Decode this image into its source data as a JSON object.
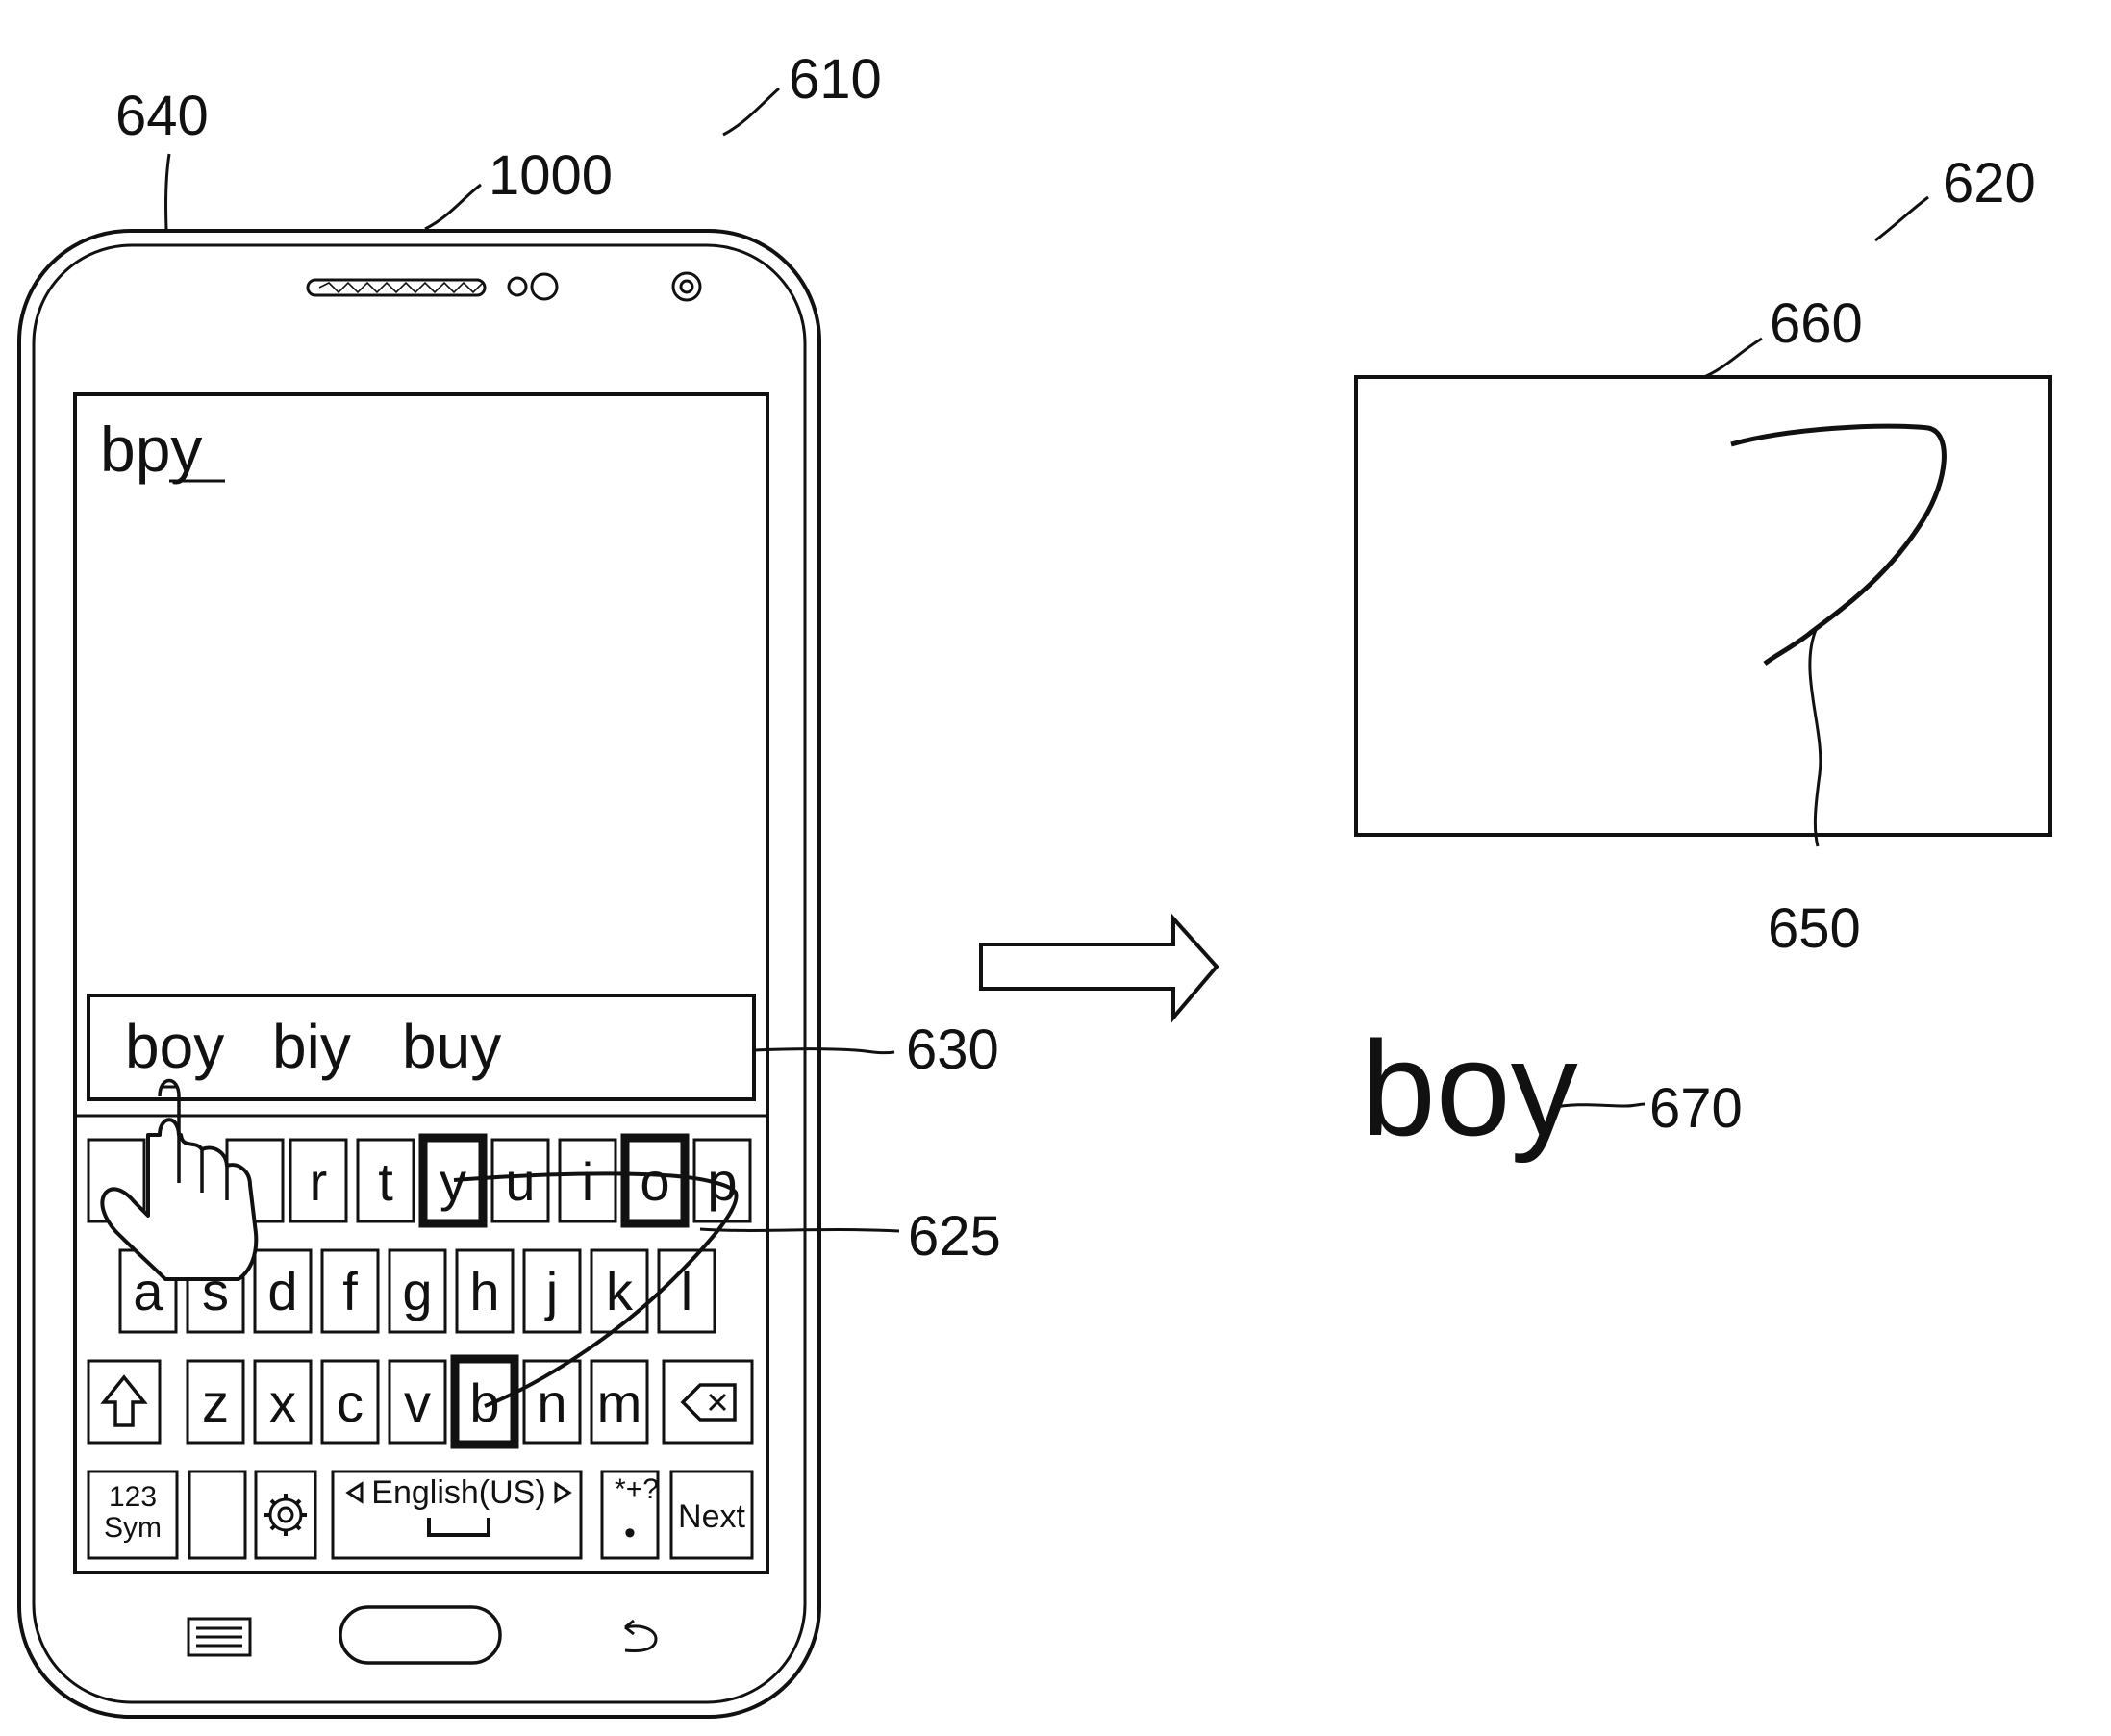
{
  "figure": {
    "labels": {
      "ref_610": "610",
      "ref_1000": "1000",
      "ref_640": "640",
      "ref_620": "620",
      "ref_660": "660",
      "ref_650": "650",
      "ref_630": "630",
      "ref_625": "625",
      "ref_670": "670"
    },
    "phone": {
      "typed_text": "bpy",
      "suggestions": [
        "boy",
        "biy",
        "buy"
      ],
      "keyboard": {
        "row1": [
          "r",
          "t",
          "y",
          "u",
          "i",
          "o",
          "p"
        ],
        "row2": [
          "a",
          "s",
          "d",
          "f",
          "g",
          "h",
          "j",
          "k",
          "l"
        ],
        "row3": [
          "z",
          "x",
          "c",
          "v",
          "b",
          "n",
          "m"
        ],
        "highlighted_keys": [
          "y",
          "o",
          "b"
        ],
        "sym_key_line1": "123",
        "sym_key_line2": "Sym",
        "language_key": "English(US)",
        "period_key_top": "*+?",
        "period_key": "•",
        "next_key": "Next",
        "shift_icon": "shift-arrow-icon",
        "backspace_icon": "backspace-icon",
        "settings_icon": "gear-icon"
      },
      "nav_icons": [
        "menu-icon",
        "home-button",
        "back-icon"
      ]
    },
    "result_word": "boy"
  }
}
